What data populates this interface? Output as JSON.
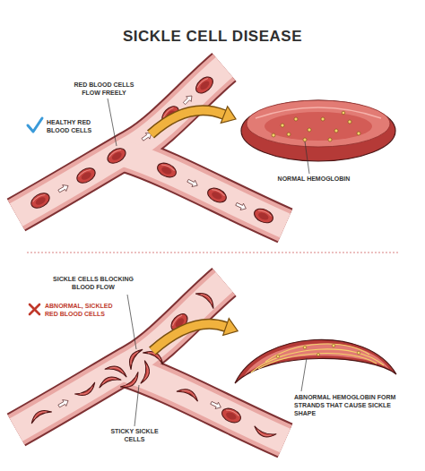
{
  "diagram": {
    "title": "SICKLE CELL DISEASE",
    "labels": [
      "RED BLOOD CELLS FLOW FREELY",
      "HEALTHY RED BLOOD CELLS",
      "NORMAL HEMOGLOBIN",
      "SICKLE CELLS BLOCKING BLOOD FLOW",
      "ABNORMAL, SICKLED RED BLOOD CELLS",
      "ABNORMAL HEMOGLOBIN FORM STRANDS THAT CAUSE SICKLE SHAPE",
      "STICKY SICKLE CELLS"
    ]
  }
}
